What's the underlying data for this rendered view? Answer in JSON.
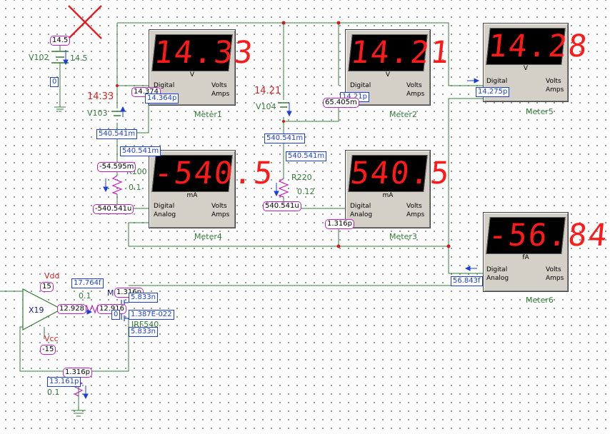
{
  "meters": [
    {
      "id": "meter1",
      "name": "Meter1",
      "reading": "14.33",
      "unit": "V",
      "mode": "Digital",
      "kind1": "Volts",
      "kind2": "Amps"
    },
    {
      "id": "meter2",
      "name": "Meter2",
      "reading": "14.21",
      "unit": "V",
      "mode": "Digital",
      "kind1": "Volts",
      "kind2": "Amps"
    },
    {
      "id": "meter5",
      "name": "Meter5",
      "reading": "14.28",
      "unit": "V",
      "mode": "Digital",
      "kind1": "Volts",
      "kind2": "Amps"
    },
    {
      "id": "meter4",
      "name": "Meter4",
      "reading": "-540.5",
      "unit": "mA",
      "mode": "Digital",
      "mode2": "Analog",
      "kind1": "Volts",
      "kind2": "Amps"
    },
    {
      "id": "meter3",
      "name": "Meter3",
      "reading": "540.5",
      "unit": "mA",
      "mode": "Digital",
      "mode2": "Analog",
      "kind1": "Volts",
      "kind2": "Amps"
    },
    {
      "id": "meter6",
      "name": "Meter6",
      "reading": "-56.84",
      "unit": "fA",
      "mode": "Digital",
      "mode2": "Analog",
      "kind1": "Volts",
      "kind2": "Amps"
    }
  ],
  "components": {
    "v102": {
      "name": "V102",
      "value": "14.5",
      "tag_top": "14.5",
      "tag_zero": "0"
    },
    "v103": {
      "name": "V103",
      "voltage": "14.33"
    },
    "v104": {
      "name": "V104",
      "voltage": "14.21"
    },
    "r100": {
      "name": "R100",
      "value": "0.1"
    },
    "r220": {
      "name": "R220",
      "value": "0.12"
    },
    "x19": {
      "name": "X19"
    },
    "vdd": {
      "name": "Vdd",
      "tag": "15"
    },
    "vcc": {
      "name": "Vcc",
      "tag": "-15"
    },
    "r_out": {
      "value": "0.1"
    },
    "r_fb": {
      "value": "0.1"
    },
    "fet": {
      "name": "M",
      "part": "IRF540"
    }
  },
  "node_tags": {
    "t_14_374": "14.374",
    "t_14_364p": "14.364p",
    "t_540_541m_a": "540.541m",
    "t_540_541m_b": "540.541m",
    "t_neg_54_595m": "-54.595m",
    "t_neg_540_541u": "-540.541u",
    "t_14_21p": "14.21p",
    "t_65_405m": "65.405m",
    "t_540_541m_c": "540.541m",
    "t_540_541m_d": "540.541m",
    "t_540_541u": "540.541u",
    "t_1_316p_a": "1.316p",
    "t_14_275p": "14.275p",
    "t_56_843f": "56.843f",
    "t_17_764f": "17.764f",
    "t_12_928": "12.928",
    "t_12_916": "12.916",
    "t_1_316p_b": "1.316p",
    "t_5_833n_a": "5.833n",
    "t_0": "0",
    "t_1_387e": "1.387E-022",
    "t_5_833n_b": "5.833n",
    "t_1_316p_c": "1.316p",
    "t_13_161p": "13.161p"
  }
}
